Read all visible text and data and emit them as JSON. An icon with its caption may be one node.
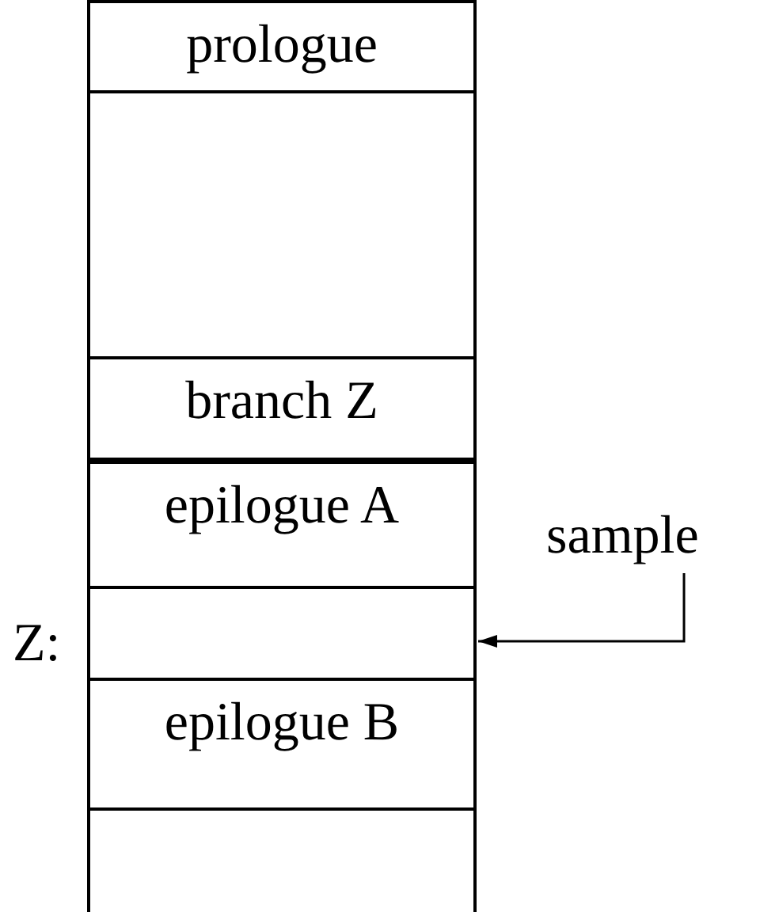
{
  "diagram": {
    "nodes": [
      {
        "text": [
          "prologue"
        ]
      },
      {
        "text": [],
        "shape": "box"
      },
      {
        "text": [
          "branch Z"
        ]
      },
      {
        "text": [
          "epilogue A"
        ]
      },
      {
        "text": [],
        "shape": "box",
        "beside": [
          "Z:"
        ]
      },
      {
        "text": [
          "epilogue B"
        ]
      },
      {
        "text": [],
        "shape": "box"
      },
      {
        "text": [
          "sample"
        ]
      }
    ],
    "edges": [
      {
        "from": 7,
        "to": 4,
        "arrow": "to"
      }
    ]
  }
}
